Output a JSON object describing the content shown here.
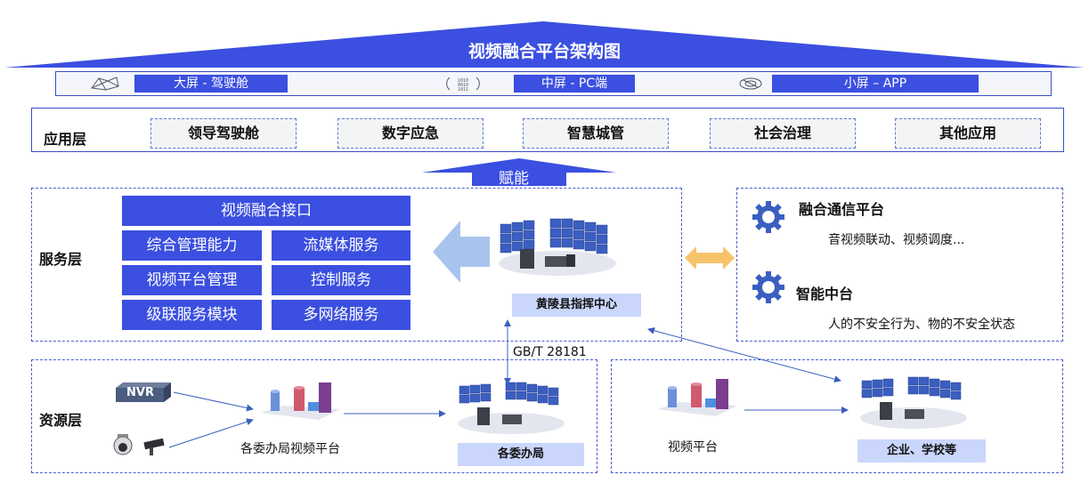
{
  "title": "视频融合平台架构图",
  "screens": [
    {
      "label": "大屏 - 驾驶舱",
      "icon": "network-icon"
    },
    {
      "label": "中屏 - PC端",
      "icon": "binary-data-icon"
    },
    {
      "label": "小屏 – APP",
      "icon": "app-signal-icon"
    }
  ],
  "application_layer": {
    "name": "应用层",
    "items": [
      "领导驾驶舱",
      "数字应急",
      "智慧城管",
      "社会治理",
      "其他应用"
    ]
  },
  "empower": "赋能",
  "service_layer": {
    "name": "服务层",
    "interface": "视频融合接口",
    "services": [
      "综合管理能力",
      "流媒体服务",
      "视频平台管理",
      "控制服务",
      "级联服务模块",
      "多网络服务"
    ],
    "center_label": "黄陵县指挥中心",
    "platforms": [
      {
        "title": "融合通信平台",
        "desc": "音视频联动、视频调度..."
      },
      {
        "title": "智能中台",
        "desc": "人的不安全行为、物的不安全状态"
      }
    ]
  },
  "protocol": "GB/T 28181",
  "resource_layer": {
    "name": "资源层",
    "nvr_label": "NVR",
    "bureau_platform": "各委办局视频平台",
    "bureau_center": "各委办局",
    "video_platform": "视频平台",
    "enterprise": "企业、学校等"
  },
  "colors": {
    "primary": "#3b4fe0",
    "light": "#cad6fb",
    "border": "#3a4fc8",
    "orange": "#f7c36a",
    "arrow_light": "#a9c4ec"
  }
}
